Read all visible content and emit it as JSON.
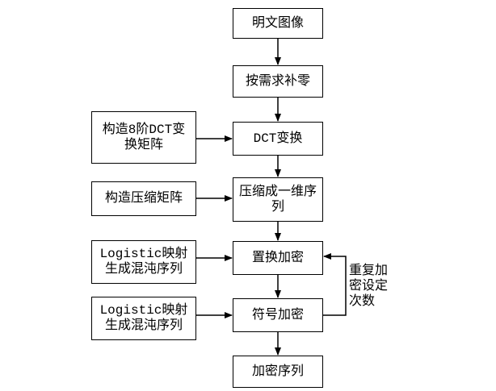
{
  "diagram": {
    "title_semantic": "DCT-Logistic image encryption flowchart",
    "nodes": {
      "plain_image": {
        "label": "明文图像"
      },
      "pad_zeros": {
        "label": "按需求补零"
      },
      "dct_transform": {
        "label": "DCT变换"
      },
      "compress": {
        "label": "压缩成一维序\n列"
      },
      "permute": {
        "label": "置换加密"
      },
      "sign_encrypt": {
        "label": "符号加密"
      },
      "cipher_seq": {
        "label": "加密序列"
      },
      "dct_matrix": {
        "label": "构造8阶DCT变\n换矩阵"
      },
      "comp_matrix": {
        "label": "构造压缩矩阵"
      },
      "logistic1": {
        "label": "Logistic映射\n生成混沌序列"
      },
      "logistic2": {
        "label": "Logistic映射\n生成混沌序列"
      }
    },
    "annotation": {
      "label": "重复加\n密设定\n次数"
    },
    "colors": {
      "line": "#000000",
      "text": "#000000",
      "background": "#ffffff",
      "box_border": "#000000"
    }
  }
}
